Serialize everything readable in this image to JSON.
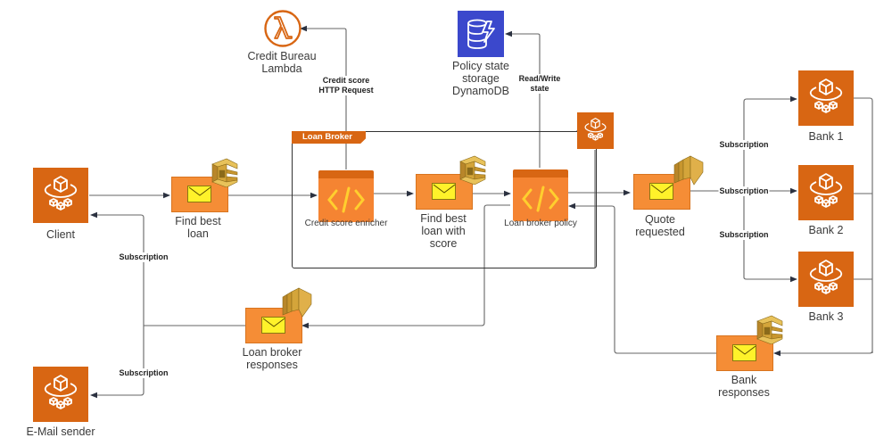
{
  "diagram": {
    "title": "Loan Broker",
    "colors": {
      "service_orange": "#d86613",
      "queue_orange": "#f58d36",
      "envelope_yellow": "#fff22a",
      "dynamodb_blue": "#3b48cc",
      "sqs_gold": "#d4a53a",
      "line": "#555555"
    },
    "nodes": {
      "client": {
        "label": "Client",
        "icon": "event-bus-icon"
      },
      "find_best_loan": {
        "label": "Find best\nloan",
        "icon": "sqs-queue-icon"
      },
      "credit_bureau": {
        "label": "Credit Bureau\nLambda",
        "icon": "lambda-icon"
      },
      "credit_score_enricher": {
        "label": "Credit score enricher",
        "icon": "code-function-icon"
      },
      "find_best_loan_with_score": {
        "label": "Find best\nloan with\nscore",
        "icon": "sqs-queue-icon"
      },
      "policy_storage": {
        "label": "Policy state\nstorage\nDynamoDB",
        "icon": "dynamodb-icon"
      },
      "loan_broker_policy": {
        "label": "Loan broker policy",
        "icon": "code-function-icon"
      },
      "loan_broker_bus": {
        "label": "",
        "icon": "event-bus-icon"
      },
      "quote_requested": {
        "label": "Quote\nrequested",
        "icon": "sns-topic-icon"
      },
      "bank1": {
        "label": "Bank 1",
        "icon": "event-bus-icon"
      },
      "bank2": {
        "label": "Bank 2",
        "icon": "event-bus-icon"
      },
      "bank3": {
        "label": "Bank 3",
        "icon": "event-bus-icon"
      },
      "bank_responses": {
        "label": "Bank\nresponses",
        "icon": "sqs-queue-icon"
      },
      "loan_broker_responses": {
        "label": "Loan broker\nresponses",
        "icon": "sns-topic-icon"
      },
      "email_sender": {
        "label": "E-Mail sender",
        "icon": "event-bus-icon"
      }
    },
    "edge_labels": {
      "credit_score": "Credit score\nHTTP Request",
      "read_write": "Read/Write\nstate",
      "sub_bank1": "Subscription",
      "sub_bank2": "Subscription",
      "sub_bank3": "Subscription",
      "sub_client": "Subscription",
      "sub_email": "Subscription"
    },
    "container_label": "Loan Broker"
  }
}
